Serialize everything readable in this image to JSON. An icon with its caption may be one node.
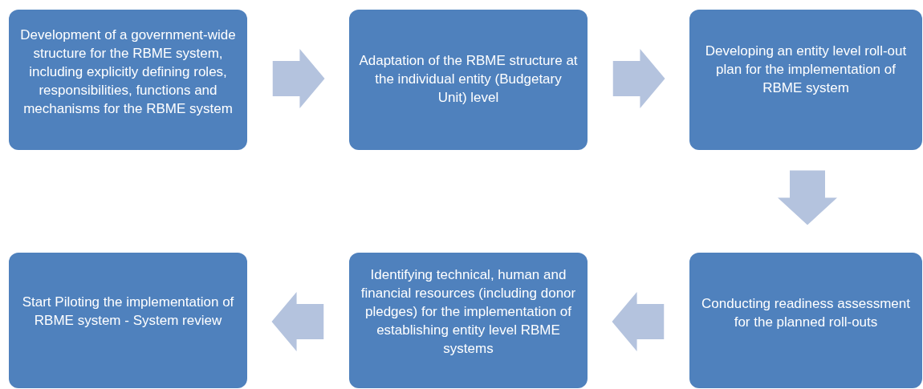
{
  "diagram": {
    "nodes": [
      {
        "text": [
          "Development of a government-wide structure for the RBME system, including explicitly defining roles, responsibilities, functions and mechanisms for the RBME system"
        ]
      },
      {
        "text": [
          "Adaptation of the RBME structure at the individual entity (Budgetary Unit) level"
        ]
      },
      {
        "text": [
          "Developing an entity level roll-out plan for the implementation of RBME system"
        ]
      },
      {
        "text": [
          "Conducting readiness assessment for the planned roll-outs"
        ]
      },
      {
        "text": [
          "Identifying technical, human and financial resources (including donor pledges) for the implementation of establishing entity level RBME systems"
        ]
      },
      {
        "text": [
          "Start Piloting the implementation of RBME system - System review"
        ]
      }
    ],
    "edges": [
      {
        "from": 0,
        "to": 1,
        "arrow": "to"
      },
      {
        "from": 1,
        "to": 2,
        "arrow": "to"
      },
      {
        "from": 2,
        "to": 3,
        "arrow": "to"
      },
      {
        "from": 3,
        "to": 4,
        "arrow": "to"
      },
      {
        "from": 4,
        "to": 5,
        "arrow": "to"
      }
    ]
  }
}
